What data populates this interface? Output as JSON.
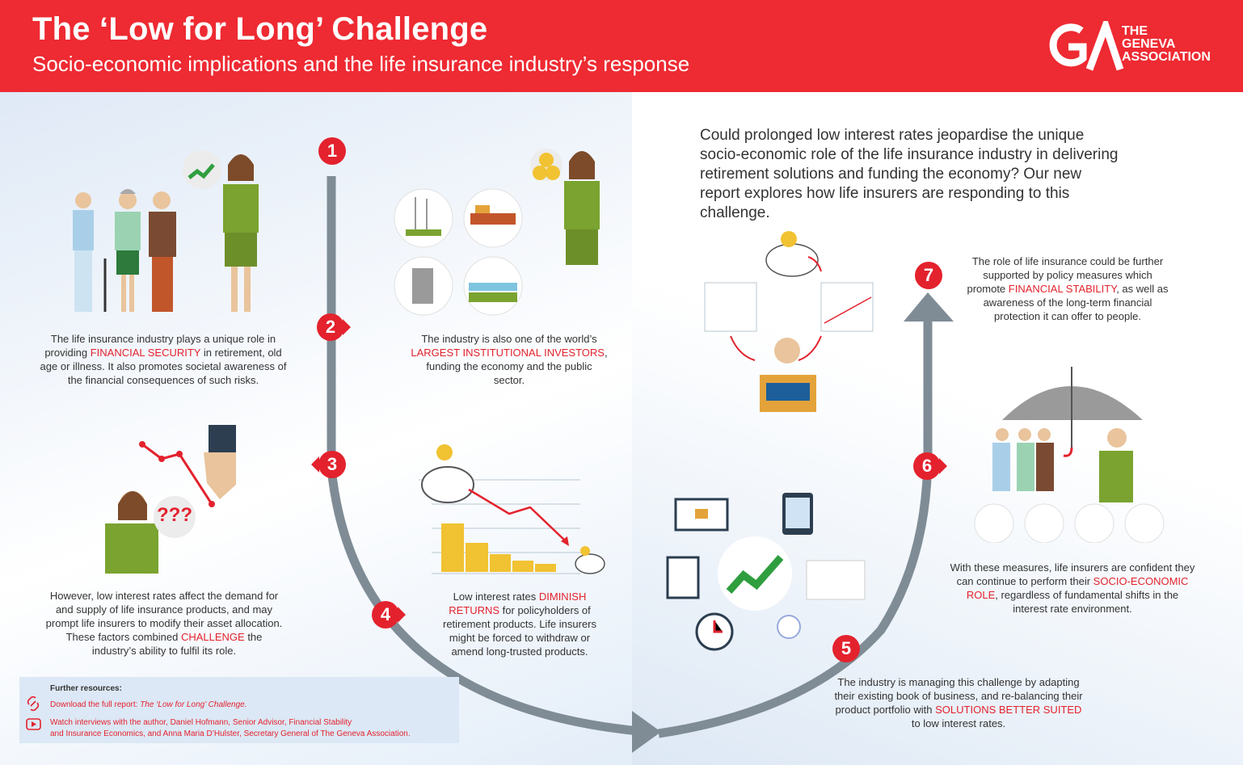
{
  "header": {
    "title": "The ‘Low for Long’ Challenge",
    "subtitle": "Socio-economic implications and the life insurance industry’s response",
    "logo_line1": "THE",
    "logo_line2": "GENEVA",
    "logo_line3": "ASSOCIATION"
  },
  "intro": "Could prolonged low interest rates jeopardise the unique socio-economic role of the life insurance industry in delivering retirement solutions and funding the economy? Our new report explores how life insurers are responding to this challenge.",
  "steps": [
    {
      "num": "1"
    },
    {
      "num": "2"
    },
    {
      "num": "3"
    },
    {
      "num": "4"
    },
    {
      "num": "5"
    },
    {
      "num": "6"
    },
    {
      "num": "7"
    }
  ],
  "text1": {
    "a": "The life insurance industry plays a unique role in providing ",
    "hl": "FINANCIAL SECURITY",
    "b": " in retirement, old age or illness. It also promotes societal awareness of the financial consequences of such risks."
  },
  "text2": {
    "a": "The industry is also one of the world’s ",
    "hl": "LARGEST INSTITUTIONAL INVESTORS",
    "b": ", funding the economy and the public sector."
  },
  "text3": {
    "a": "However, low interest rates affect the demand for and supply of life insurance products, and may prompt life insurers to modify their asset allocation. These factors combined ",
    "hl": "CHALLENGE",
    "b": " the industry’s ability to fulfil its role."
  },
  "text4": {
    "a": "Low interest rates ",
    "hl": "DIMINISH RETURNS",
    "b": " for policyholders of retirement products. Life insurers might be forced to withdraw or amend long-trusted products."
  },
  "text5": {
    "a": "The industry is managing this challenge by adapting their existing book of business, and re-balancing their product portfolio with ",
    "hl": "SOLUTIONS BETTER SUITED",
    "b": " to low interest rates."
  },
  "text6": {
    "a": "With these measures, life insurers are confident they can continue to perform their ",
    "hl": "SOCIO-ECONOMIC ROLE",
    "b": ", regardless of fundamental shifts in the interest rate environment."
  },
  "text7": {
    "a": "The role of life insurance could be further supported by policy measures which promote ",
    "hl": "FINANCIAL STABILITY",
    "b": ", as well as awareness of the long-term financial protection it can offer to people."
  },
  "question_marks": "???",
  "resources": {
    "heading": "Further resources:",
    "link1_prefix": "Download the full report: ",
    "link1_title": "The ‘Low for Long’ Challenge.",
    "link2_line1": "Watch interviews with the author, Daniel Hofmann, Senior Advisor, Financial Stability",
    "link2_line2": "and Insurance Economics, and Anna Maria D’Hulster, Secretary General of The Geneva Association."
  },
  "colors": {
    "brand_red": "#ee2a32",
    "highlight_red": "#e3222d",
    "arrow_gray": "#7f8c96",
    "green": "#7aa330"
  }
}
